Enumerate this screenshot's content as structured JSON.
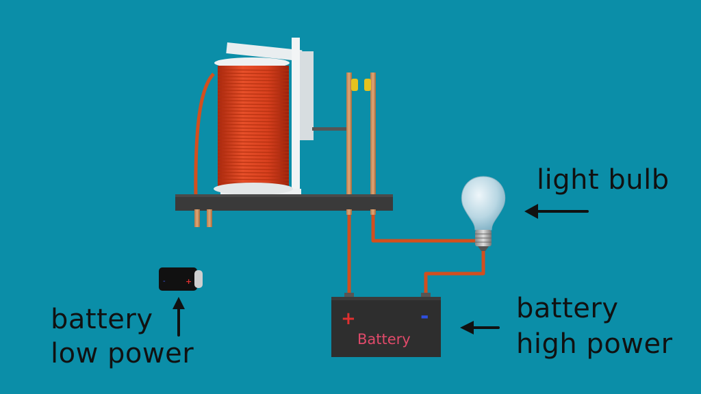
{
  "labels": {
    "light_bulb": "light bulb",
    "battery_low_line1": "battery",
    "battery_low_line2": "low power",
    "battery_high_line1": "battery",
    "battery_high_line2": "high power",
    "battery_box_text": "Battery",
    "plus_sign": "+",
    "minus_sign": "-"
  },
  "colors": {
    "background": "#0b8ea8",
    "coil": "#d8401e",
    "wire": "#d24f1e",
    "base": "#3a3a3a",
    "battery_body": "#2e2e2e",
    "battery_text": "#e04a6a"
  }
}
